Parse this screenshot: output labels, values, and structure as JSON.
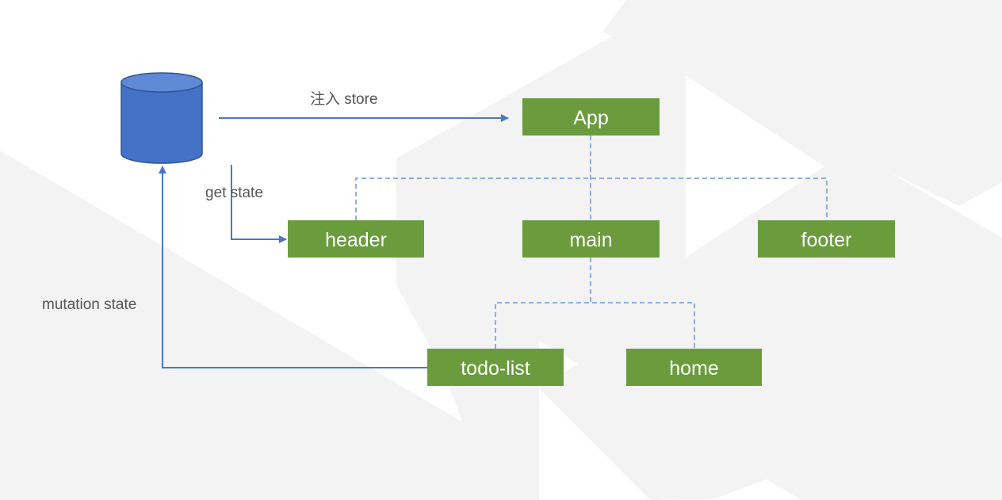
{
  "colors": {
    "node_fill": "#6a9c3e",
    "arrow": "#4a78c8",
    "dashed": "#8eaee8",
    "database": "#4472c4",
    "database_top": "#5f8ad6",
    "background_shape": "#f2f2f2"
  },
  "store_icon": "database-cylinder-icon",
  "nodes": {
    "app": "App",
    "header": "header",
    "main": "main",
    "footer": "footer",
    "todo_list": "todo-list",
    "home": "home"
  },
  "edges": {
    "inject_store": "注入 store",
    "get_state": "get state",
    "mutation_state": "mutation state"
  }
}
